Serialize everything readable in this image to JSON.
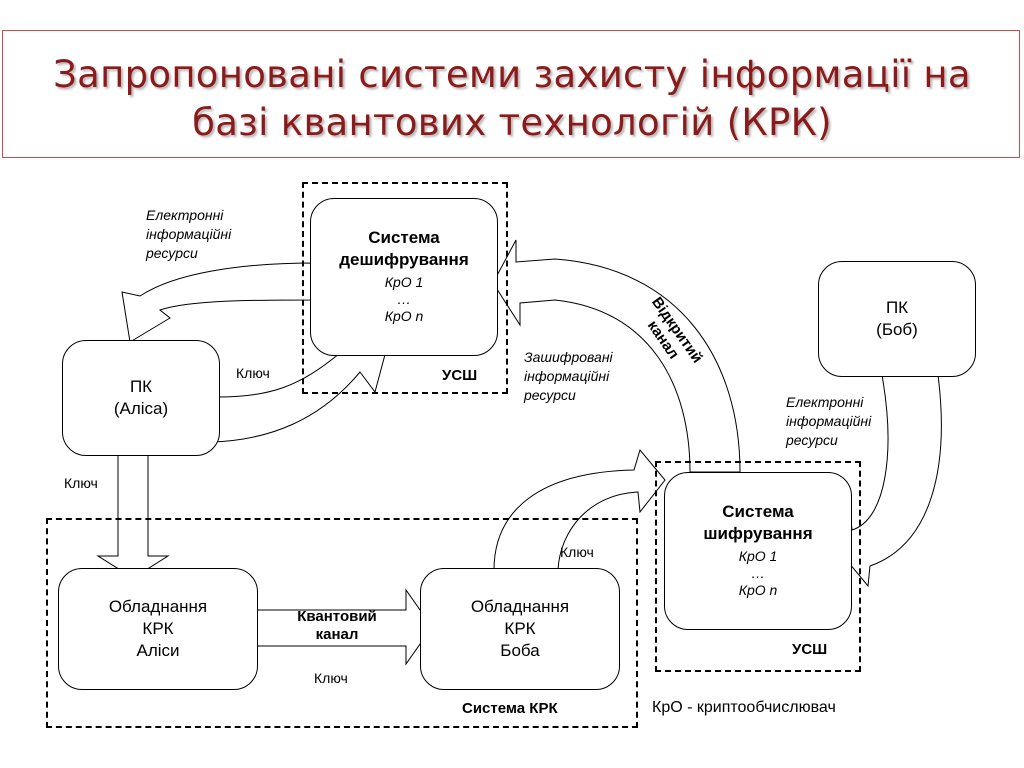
{
  "title": {
    "line1": "Запропоновані системи захисту інформації на",
    "line2": "базі квантових технологій (КРК)"
  },
  "decrypt_system": {
    "line1": "Система",
    "line2": "дешифрування",
    "kro1": "КрО 1",
    "ellipsis": "…",
    "kron": "КрО n",
    "usb": "УСШ"
  },
  "encrypt_system": {
    "line1": "Система",
    "line2": "шифрування",
    "kro1": "КрО 1",
    "ellipsis": "…",
    "kron": "КрО n",
    "usb": "УСШ"
  },
  "pc_alice": {
    "line1": "ПК",
    "line2": "(Аліса)"
  },
  "pc_bob": {
    "line1": "ПК",
    "line2": "(Боб)"
  },
  "krk_alice": {
    "line1": "Обладнання",
    "line2": "КРК",
    "line3": "Аліси"
  },
  "krk_bob": {
    "line1": "Обладнання",
    "line2": "КРК",
    "line3": "Боба"
  },
  "quantum_channel": {
    "line1": "Квантовий",
    "line2": "канал"
  },
  "open_channel": {
    "line1": "Відкритий",
    "line2": "канал"
  },
  "resources_left": {
    "line1": "Електронні",
    "line2": "інформаційні",
    "line3": "ресурси"
  },
  "resources_encrypted": {
    "line1": "Зашифровані",
    "line2": "інформаційні",
    "line3": "ресурси"
  },
  "resources_right": {
    "line1": "Електронні",
    "line2": "інформаційні",
    "line3": "ресурси"
  },
  "key_labels": {
    "alice_to_decrypt": "Ключ",
    "alice_down": "Ключ",
    "bob_up": "Ключ",
    "bottom": "Ключ"
  },
  "krk_system_label": "Система КРК",
  "legend": "КрО - криптообчислювач"
}
